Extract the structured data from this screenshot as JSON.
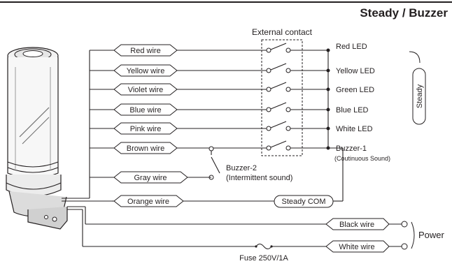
{
  "header": {
    "title": "Steady / Buzzer"
  },
  "external_contact": {
    "label": "External contact"
  },
  "wires": [
    {
      "name": "Red wire",
      "output": "Red LED"
    },
    {
      "name": "Yellow wire",
      "output": "Yellow LED"
    },
    {
      "name": "Violet wire",
      "output": "Green LED"
    },
    {
      "name": "Blue wire",
      "output": "Blue LED"
    },
    {
      "name": "Pink wire",
      "output": "White LED"
    },
    {
      "name": "Brown wire",
      "output": "Buzzer-1"
    }
  ],
  "buzzer1_note": "(Coutinuous Sound)",
  "gray_wire": "Gray wire",
  "buzzer2": {
    "label": "Buzzer-2",
    "note": "(Intermittent sound)"
  },
  "steady_label": "Steady",
  "orange_wire": "Orange wire",
  "steady_com": "Steady COM",
  "power": {
    "black_wire": "Black wire",
    "white_wire": "White wire",
    "label": "Power",
    "fuse": "Fuse 250V/1A"
  },
  "colors": {
    "line": "#231f20",
    "background": "#ffffff"
  }
}
